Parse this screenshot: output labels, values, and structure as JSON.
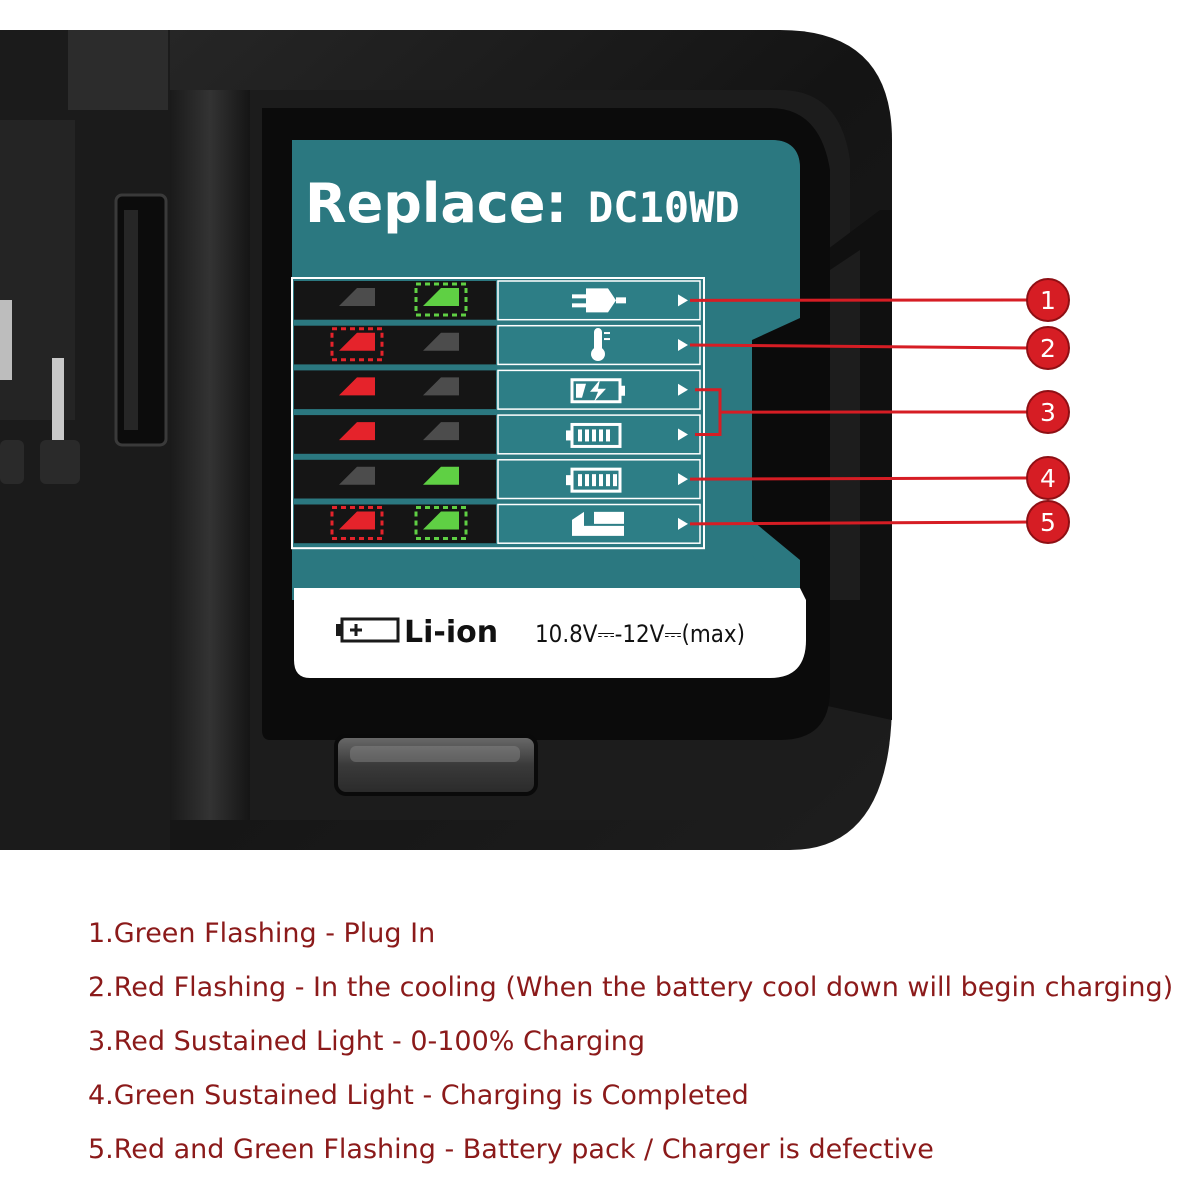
{
  "label": {
    "replace_word": "Replace:",
    "model": "DC10WD",
    "chemistry": "Li-ion",
    "voltage": "10.8V⎓-12V⎓(max)"
  },
  "callouts": [
    "1",
    "2",
    "3",
    "4",
    "5"
  ],
  "rows": [
    {
      "id": "plug-in",
      "red": "dim",
      "green": "flashing",
      "icon": "plug-icon"
    },
    {
      "id": "cooling",
      "red": "flashing",
      "green": "dim",
      "icon": "thermometer-icon"
    },
    {
      "id": "charging-partial",
      "red": "on",
      "green": "dim",
      "icon": "charging-battery-icon"
    },
    {
      "id": "charging-low",
      "red": "on",
      "green": "dim",
      "icon": "battery-icon"
    },
    {
      "id": "charged",
      "red": "dim",
      "green": "on",
      "icon": "full-battery-icon"
    },
    {
      "id": "defective",
      "red": "flashing",
      "green": "flashing",
      "icon": "defective-battery-icon"
    }
  ],
  "legend": [
    "1.Green Flashing - Plug In",
    "2.Red Flashing - In the cooling (When the battery cool down will begin charging)",
    "3.Red Sustained Light - 0-100% Charging",
    "4.Green Sustained Light - Charging is Completed",
    "5.Red and Green Flashing - Battery pack / Charger is defective"
  ],
  "colors": {
    "teal": "#2b7880",
    "red_led": "#e5232b",
    "green_led": "#5fd044",
    "callout_red": "#d61d24",
    "legend_text": "#8b1a1a",
    "body_black": "#161616"
  }
}
